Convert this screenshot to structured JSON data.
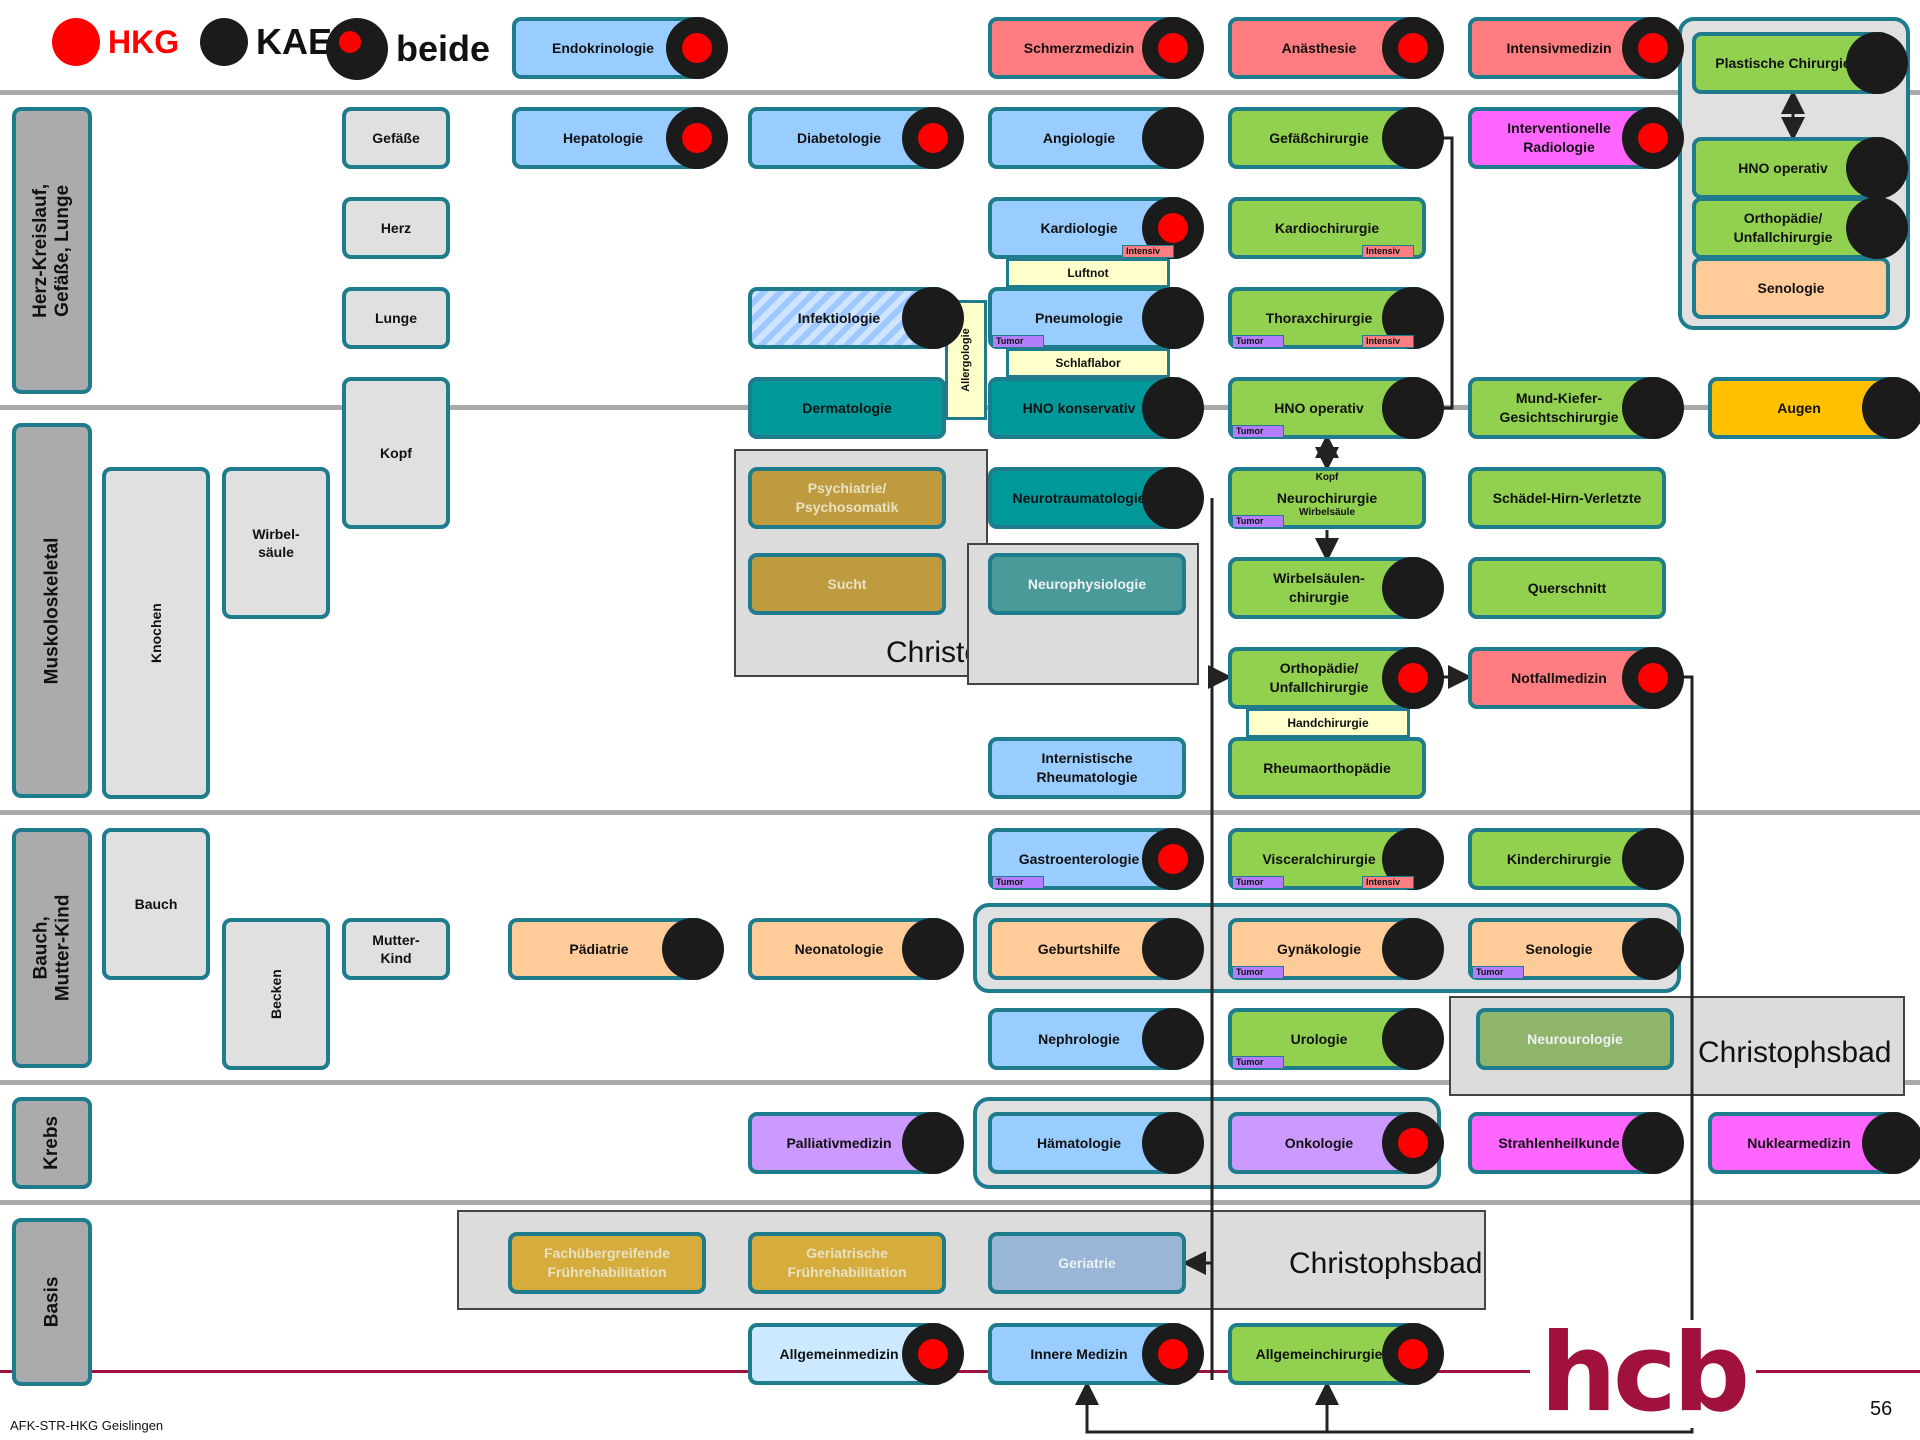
{
  "legend": [
    {
      "label": "HKG",
      "kind": "hkg"
    },
    {
      "label": "KAE",
      "kind": "kae"
    },
    {
      "label": "beide",
      "kind": "both"
    }
  ],
  "categories": [
    {
      "id": "herz",
      "label": "Herz-Kreislauf,\nGefäße, Lunge"
    },
    {
      "id": "musk",
      "label": "Muskoloskeletal"
    },
    {
      "id": "bauch",
      "label": "Bauch,\nMutter-Kind"
    },
    {
      "id": "krebs",
      "label": "Krebs"
    },
    {
      "id": "basis",
      "label": "Basis"
    }
  ],
  "organs": [
    {
      "id": "gefaesse",
      "label": "Gefäße"
    },
    {
      "id": "herz",
      "label": "Herz"
    },
    {
      "id": "lunge",
      "label": "Lunge"
    },
    {
      "id": "kopf",
      "label": "Kopf"
    },
    {
      "id": "wirbelsaeule",
      "label": "Wirbel-\nsäule"
    },
    {
      "id": "knochen",
      "label": "Knochen"
    },
    {
      "id": "bauch",
      "label": "Bauch"
    },
    {
      "id": "becken",
      "label": "Becken"
    },
    {
      "id": "mutterkind",
      "label": "Mutter-\nKind"
    }
  ],
  "christophsbad_label": "Christophsbad",
  "nodes": [
    {
      "id": "endokrinologie",
      "label": "Endokrinologie",
      "color": "#99ccff",
      "dot": "both"
    },
    {
      "id": "schmerzmedizin",
      "label": "Schmerzmedizin",
      "color": "#ff7c80",
      "dot": "both"
    },
    {
      "id": "anaesthesie",
      "label": "Anästhesie",
      "color": "#ff7c80",
      "dot": "both"
    },
    {
      "id": "intensivmedizin",
      "label": "Intensivmedizin",
      "color": "#ff7c80",
      "dot": "both"
    },
    {
      "id": "plastische",
      "label": "Plastische Chirurgie",
      "color": "#92d050",
      "dot": "kae"
    },
    {
      "id": "hepatologie",
      "label": "Hepatologie",
      "color": "#99ccff",
      "dot": "both"
    },
    {
      "id": "diabetologie",
      "label": "Diabetologie",
      "color": "#99ccff",
      "dot": "both"
    },
    {
      "id": "angiologie",
      "label": "Angiologie",
      "color": "#99ccff",
      "dot": "kae"
    },
    {
      "id": "gefaesschirurgie",
      "label": "Gefäßchirurgie",
      "color": "#92d050",
      "dot": "kae"
    },
    {
      "id": "ir",
      "label": "Interventionelle\nRadiologie",
      "color": "#ff66ff",
      "dot": "both"
    },
    {
      "id": "hno_op_r",
      "label": "HNO operativ",
      "color": "#92d050",
      "dot": "kae"
    },
    {
      "id": "ortho_r",
      "label": "Orthopädie/\nUnfallchirurgie",
      "color": "#92d050",
      "dot": "kae"
    },
    {
      "id": "senologie_r",
      "label": "Senologie",
      "color": "#ffcc99",
      "dot": null
    },
    {
      "id": "kardiologie",
      "label": "Kardiologie",
      "color": "#99ccff",
      "dot": "both",
      "tags": [
        {
          "t": "Intensiv",
          "k": "intensiv",
          "pos": "br"
        }
      ]
    },
    {
      "id": "kardiochirurgie",
      "label": "Kardiochirurgie",
      "color": "#92d050",
      "dot": null,
      "tags": [
        {
          "t": "Intensiv",
          "k": "intensiv",
          "pos": "br"
        }
      ]
    },
    {
      "id": "infektiologie",
      "label": "Infektiologie",
      "color": "hatch",
      "dot": "kae"
    },
    {
      "id": "pneumologie",
      "label": "Pneumologie",
      "color": "#99ccff",
      "dot": "kae",
      "tags": [
        {
          "t": "Tumor",
          "k": "tumor",
          "pos": "bl"
        }
      ]
    },
    {
      "id": "thoraxchirurgie",
      "label": "Thoraxchirurgie",
      "color": "#92d050",
      "dot": "kae",
      "tags": [
        {
          "t": "Tumor",
          "k": "tumor",
          "pos": "bl"
        },
        {
          "t": "Intensiv",
          "k": "intensiv",
          "pos": "br"
        }
      ]
    },
    {
      "id": "dermatologie",
      "label": "Dermatologie",
      "color": "#009999",
      "dot": null
    },
    {
      "id": "hno_kons",
      "label": "HNO konservativ",
      "color": "#009999",
      "dot": "kae"
    },
    {
      "id": "hno_op",
      "label": "HNO operativ",
      "color": "#92d050",
      "dot": "kae",
      "tags": [
        {
          "t": "Tumor",
          "k": "tumor",
          "pos": "bl"
        }
      ]
    },
    {
      "id": "mkg",
      "label": "Mund-Kiefer-\nGesichtschirurgie",
      "color": "#92d050",
      "dot": "kae"
    },
    {
      "id": "augen",
      "label": "Augen",
      "color": "#ffc000",
      "dot": "kae"
    },
    {
      "id": "psych",
      "label": "Psychiatrie/\nPsychosomatik",
      "color": "#bf9b3f",
      "dot": null,
      "faded": true
    },
    {
      "id": "sucht",
      "label": "Sucht",
      "color": "#bf9b3f",
      "dot": null,
      "faded": true
    },
    {
      "id": "neurophys",
      "label": "Neurophysiologie",
      "color": "#4a9a9a",
      "dot": null,
      "faded": true,
      "grey": true
    },
    {
      "id": "neurotrauma",
      "label": "Neurotraumatologie",
      "color": "#009999",
      "dot": "kae"
    },
    {
      "id": "neurochirurgie",
      "label": "Neurochirurgie",
      "color": "#92d050",
      "dot": null,
      "tags": [
        {
          "t": "Tumor",
          "k": "tumor",
          "pos": "bl"
        }
      ],
      "top_note": "Kopf",
      "bottom_note": "Wirbelsäule"
    },
    {
      "id": "shv",
      "label": "Schädel-Hirn-Verletzte",
      "color": "#92d050",
      "dot": null
    },
    {
      "id": "wirbelchir",
      "label": "Wirbelsäulen-\nchirurgie",
      "color": "#92d050",
      "dot": "kae"
    },
    {
      "id": "querschnitt",
      "label": "Querschnitt",
      "color": "#92d050",
      "dot": null
    },
    {
      "id": "ortho",
      "label": "Orthopädie/\nUnfallchirurgie",
      "color": "#92d050",
      "dot": "both"
    },
    {
      "id": "notfall",
      "label": "Notfallmedizin",
      "color": "#ff7c80",
      "dot": "both"
    },
    {
      "id": "int_rheuma",
      "label": "Internistische\nRheumatologie",
      "color": "#99ccff",
      "dot": null
    },
    {
      "id": "rheumaortho",
      "label": "Rheumaorthopädie",
      "color": "#92d050",
      "dot": null
    },
    {
      "id": "gastro",
      "label": "Gastroenterologie",
      "color": "#99ccff",
      "dot": "both",
      "tags": [
        {
          "t": "Tumor",
          "k": "tumor",
          "pos": "bl"
        }
      ]
    },
    {
      "id": "visceral",
      "label": "Visceralchirurgie",
      "color": "#92d050",
      "dot": "kae",
      "tags": [
        {
          "t": "Tumor",
          "k": "tumor",
          "pos": "bl"
        },
        {
          "t": "Intensiv",
          "k": "intensiv",
          "pos": "br"
        }
      ]
    },
    {
      "id": "kinderchir",
      "label": "Kinderchirurgie",
      "color": "#92d050",
      "dot": "kae"
    },
    {
      "id": "paediatrie",
      "label": "Pädiatrie",
      "color": "#ffcc99",
      "dot": "kae"
    },
    {
      "id": "neonatologie",
      "label": "Neonatologie",
      "color": "#ffcc99",
      "dot": "kae"
    },
    {
      "id": "geburtshilfe",
      "label": "Geburtshilfe",
      "color": "#ffcc99",
      "dot": "kae"
    },
    {
      "id": "gynaekologie",
      "label": "Gynäkologie",
      "color": "#ffcc99",
      "dot": "kae",
      "tags": [
        {
          "t": "Tumor",
          "k": "tumor",
          "pos": "bl"
        }
      ]
    },
    {
      "id": "senologie",
      "label": "Senologie",
      "color": "#ffcc99",
      "dot": "kae",
      "tags": [
        {
          "t": "Tumor",
          "k": "tumor",
          "pos": "bl"
        }
      ]
    },
    {
      "id": "nephrologie",
      "label": "Nephrologie",
      "color": "#99ccff",
      "dot": "kae"
    },
    {
      "id": "urologie",
      "label": "Urologie",
      "color": "#92d050",
      "dot": "kae",
      "tags": [
        {
          "t": "Tumor",
          "k": "tumor",
          "pos": "bl"
        }
      ]
    },
    {
      "id": "neurourologie",
      "label": "Neurourologie",
      "color": "#8fb56a",
      "dot": null,
      "faded": true,
      "grey": true
    },
    {
      "id": "palliativ",
      "label": "Palliativmedizin",
      "color": "#cc99ff",
      "dot": "kae"
    },
    {
      "id": "haematologie",
      "label": "Hämatologie",
      "color": "#99ccff",
      "dot": "kae"
    },
    {
      "id": "onkologie",
      "label": "Onkologie",
      "color": "#cc99ff",
      "dot": "both"
    },
    {
      "id": "strahlen",
      "label": "Strahlenheilkunde",
      "color": "#ff66ff",
      "dot": "kae"
    },
    {
      "id": "nuklear",
      "label": "Nuklearmedizin",
      "color": "#ff66ff",
      "dot": "kae"
    },
    {
      "id": "fachfrueh",
      "label": "Fachübergreifende\nFrührehabilitation",
      "color": "#d6ac3c",
      "dot": null,
      "faded": true
    },
    {
      "id": "gerfrueh",
      "label": "Geriatrische\nFrührehabilitation",
      "color": "#d6ac3c",
      "dot": null,
      "faded": true
    },
    {
      "id": "geriatrie",
      "label": "Geriatrie",
      "color": "#99b6d6",
      "dot": null,
      "faded": true,
      "grey": true
    },
    {
      "id": "allgmed",
      "label": "Allgemeinmedizin",
      "color": "#cce9ff",
      "dot": "both"
    },
    {
      "id": "innere",
      "label": "Innere Medizin",
      "color": "#99ccff",
      "dot": "both"
    },
    {
      "id": "allgchir",
      "label": "Allgemeinchirurgie",
      "color": "#92d050",
      "dot": "both"
    }
  ],
  "subs": [
    {
      "id": "luftnot",
      "label": "Luftnot"
    },
    {
      "id": "schlaflabor",
      "label": "Schlaflabor"
    },
    {
      "id": "handchirurgie",
      "label": "Handchirurgie"
    },
    {
      "id": "allergologie",
      "label": "Allergologie"
    }
  ],
  "logo": "hcb",
  "footer": "AFK-STR-HKG Geislingen",
  "page_number": "56"
}
